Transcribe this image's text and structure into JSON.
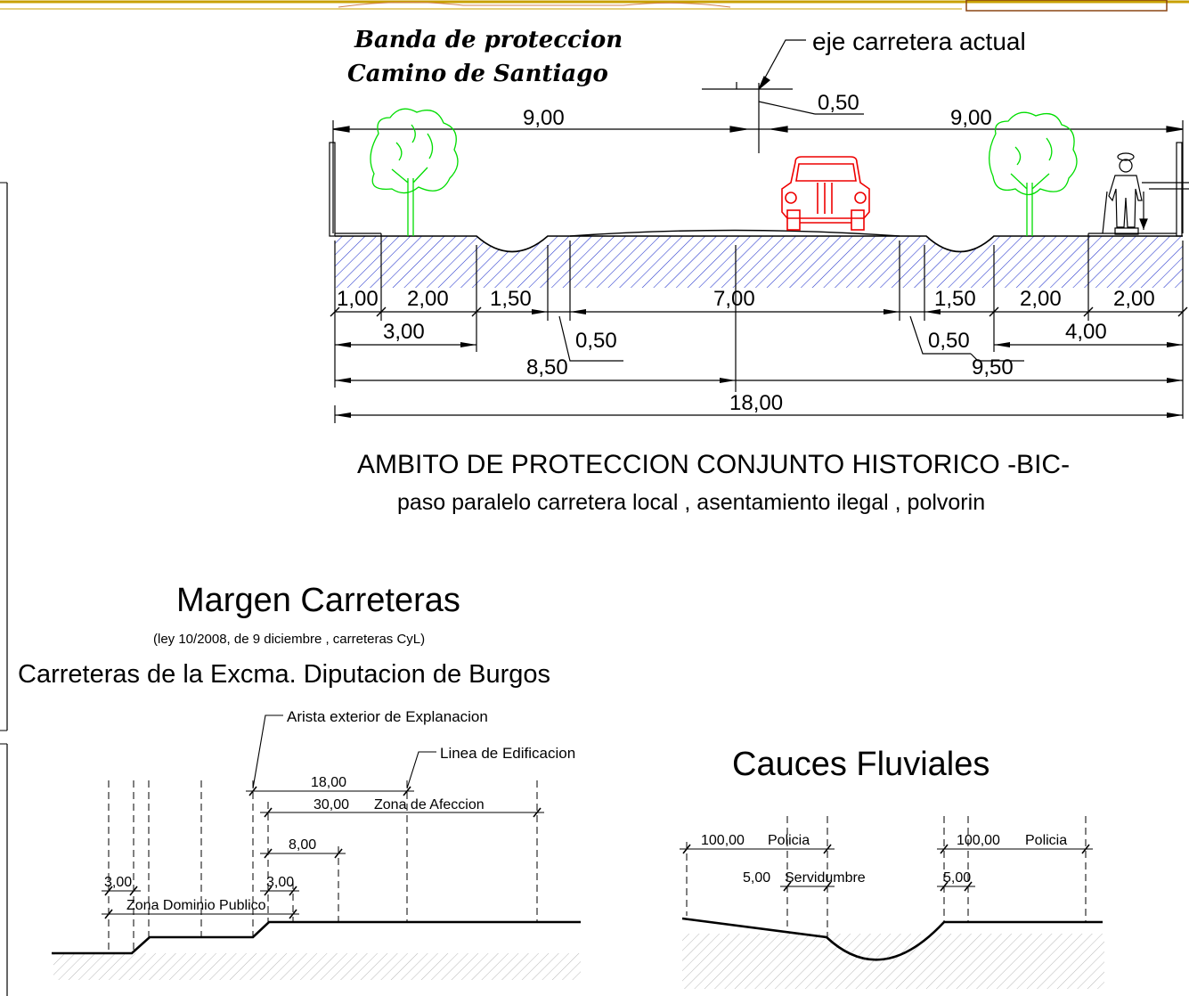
{
  "section_top": {
    "script_title_1": "Banda de proteccion",
    "script_title_2": "Camino de Santiago",
    "axis_label": "eje carretera actual",
    "upper": [
      "9,00",
      "0,50",
      "9,00"
    ],
    "lower_row1": [
      "1,00",
      "2,00",
      "1,50",
      "7,00",
      "1,50",
      "2,00",
      "2,00"
    ],
    "lower_row2": [
      "3,00",
      "0,50",
      "0,50",
      "4,00"
    ],
    "lower_row3": [
      "8,50",
      "9,50"
    ],
    "total": "18,00",
    "caption_main": "AMBITO DE  PROTECCION CONJUNTO HISTORICO -BIC-",
    "caption_sub": "paso paralelo carretera local  , asentamiento ilegal , polvorin"
  },
  "margen": {
    "title": "Margen Carreteras",
    "law": "(ley 10/2008, de 9 diciembre , carreteras CyL)",
    "subtitle": "Carreteras de la Excma. Diputacion de Burgos",
    "arista_label": "Arista exterior de  Explanacion",
    "linea_label": "Linea de Edificacion",
    "d18": "18,00",
    "d30": "30,00",
    "zona_afeccion": "Zona de Afeccion",
    "d8": "8,00",
    "d3a": "3,00",
    "d3b": "3,00",
    "zona_dominio": "Zona Dominio Publico"
  },
  "cauces": {
    "title": "Cauces Fluviales",
    "left_100": "100,00",
    "left_policia": "Policia",
    "left_5": "5,00",
    "left_servidumbre": "Servidumbre",
    "right_100": "100,00",
    "right_policia": "Policia",
    "right_5": "5,00"
  },
  "colors": {
    "tree": "#00dd00",
    "car": "#ee0000",
    "hatch": "#0000cc",
    "line": "#000000"
  }
}
